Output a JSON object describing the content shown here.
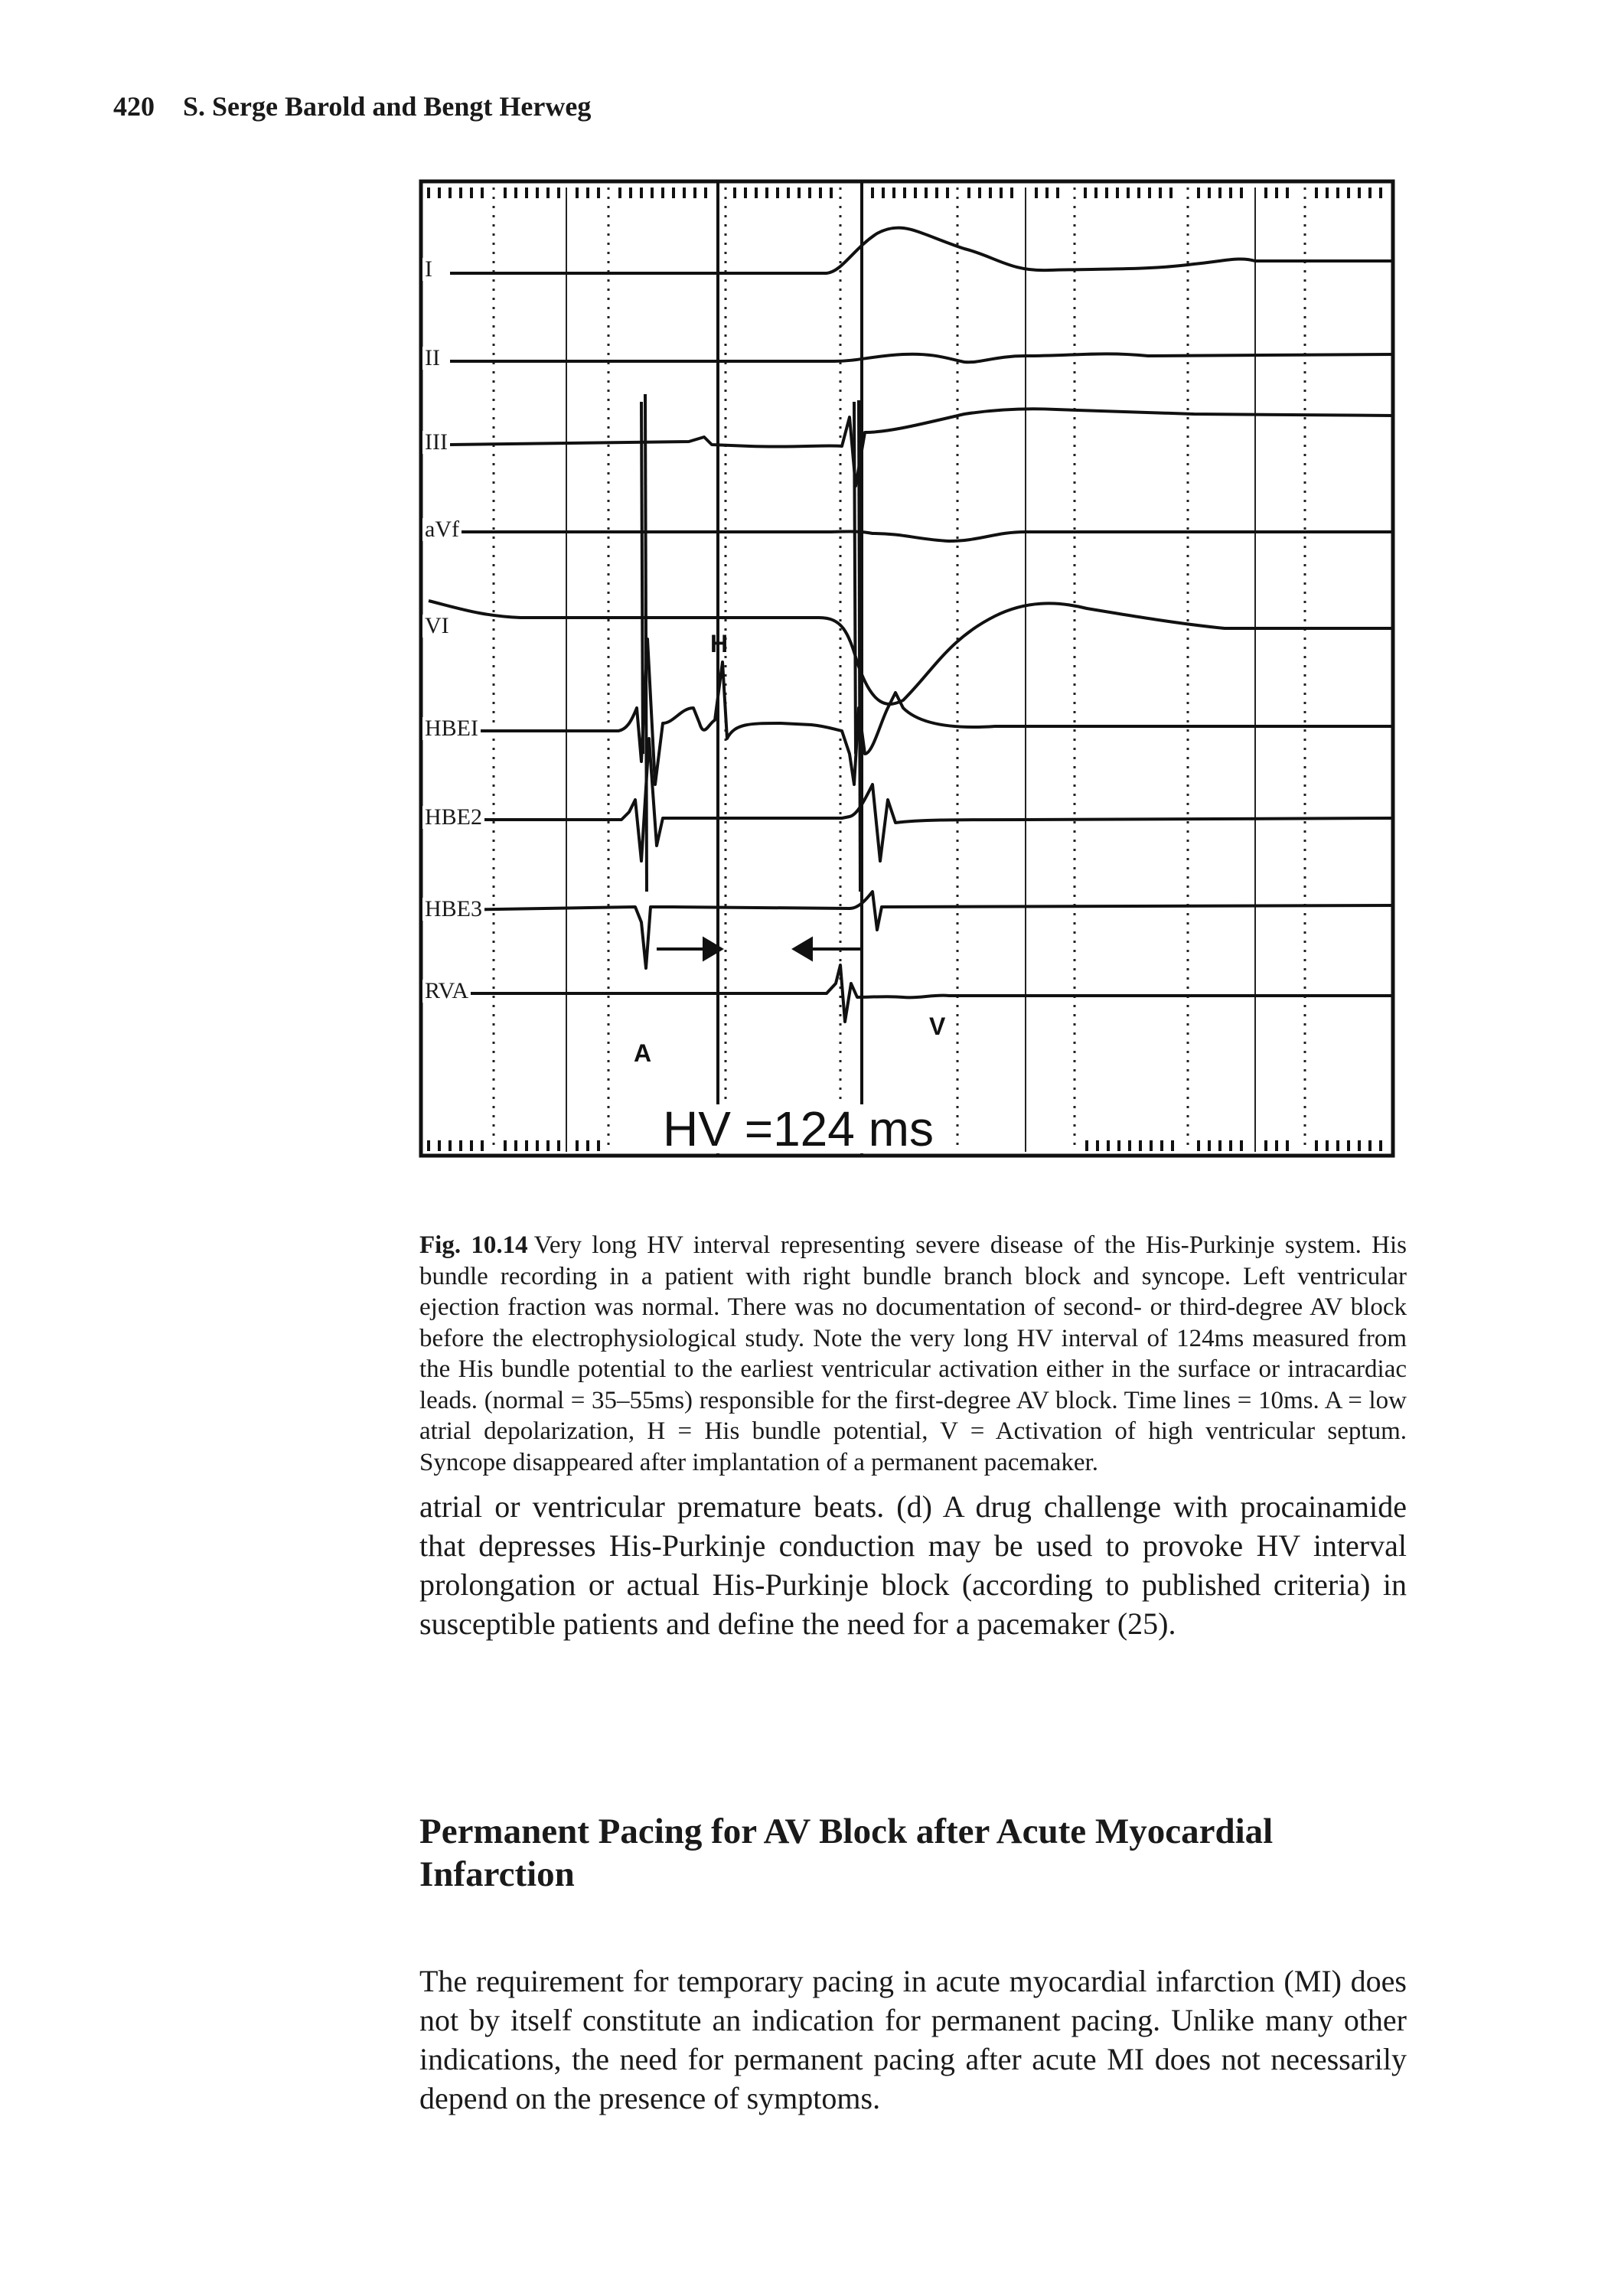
{
  "header": {
    "page_number": "420",
    "authors": "S. Serge Barold and Bengt Herweg"
  },
  "figure": {
    "leads": [
      "I",
      "II",
      "III",
      "aVf",
      "VI",
      "HBEI",
      "HBE2",
      "HBE3",
      "RVA"
    ],
    "markers": {
      "a": "A",
      "h": "H",
      "v": "V"
    },
    "hv_label": "HV =124 ms"
  },
  "caption": {
    "label": "Fig. 10.14",
    "text": "Very long HV interval representing severe disease of the His-Purkinje system. His bundle recording in a patient with right bundle branch block and syncope. Left ventricular ejection fraction was normal. There was no documentation of second- or third-degree AV block before the electrophysiological study. Note the very long HV interval of 124ms measured from the His bundle potential to the earliest ventricular activation either in the surface or intracardiac leads. (normal = 35–55ms) responsible for the first-degree AV block. Time lines = 10ms. A = low atrial depolarization, H = His bundle potential, V = Activation of high ventricular septum. Syncope disappeared after implantation of a permanent pacemaker."
  },
  "body": {
    "paragraph_1": "atrial or ventricular premature beats. (d) A drug challenge with procainamide that depresses His-Purkinje conduction may be used to provoke HV interval prolongation or actual His-Purkinje block (according to published criteria) in susceptible patients and define the need for a pacemaker (25).",
    "section_heading": "Permanent Pacing for AV Block after Acute Myocardial Infarction",
    "paragraph_2": "The requirement for temporary pacing in acute myocardial infarction (MI) does not by itself constitute an indication for permanent pacing. Unlike many other indications, the need for permanent pacing after acute MI does not necessarily depend on the presence of symptoms."
  }
}
